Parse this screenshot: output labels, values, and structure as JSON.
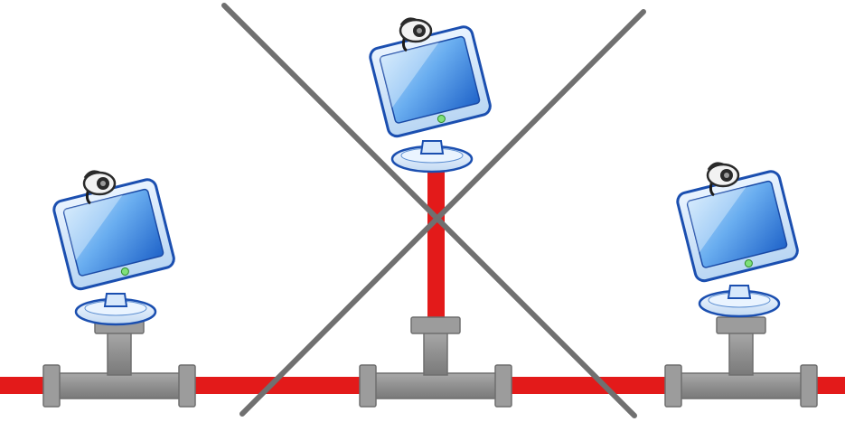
{
  "diagram": {
    "type": "bus-network-topology",
    "nodes": [
      {
        "id": "left",
        "icon": "computer-monitor-webcam-icon",
        "connected": true
      },
      {
        "id": "middle",
        "icon": "computer-monitor-webcam-icon",
        "connected": false
      },
      {
        "id": "right",
        "icon": "computer-monitor-webcam-icon",
        "connected": true
      }
    ],
    "colors": {
      "cable": "#e31a1a",
      "connector": "#9a9a9a",
      "connector_edge": "#6e6e6e",
      "cross_mark": "#707070",
      "screen": "#2f7fd8",
      "screen_light": "#8fc2f2",
      "monitor_frame": "#1b4fb0"
    }
  }
}
